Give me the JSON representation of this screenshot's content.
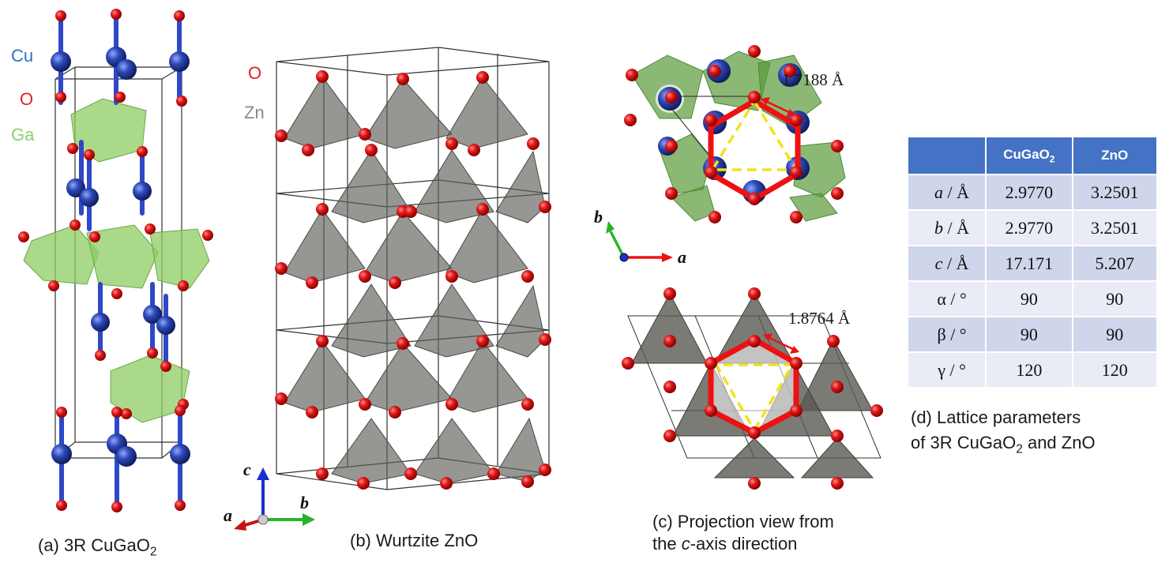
{
  "panel_a": {
    "legend": [
      {
        "label": "Cu",
        "color": "#2e6fc4"
      },
      {
        "label": "O",
        "color": "#e02020"
      },
      {
        "label": "Ga",
        "color": "#8ed16a"
      }
    ],
    "caption_prefix": "(a) 3R CuGaO",
    "caption_sub": "2"
  },
  "panel_b": {
    "legend": [
      {
        "label": "O",
        "color": "#e02020"
      },
      {
        "label": "Zn",
        "color": "#8a8a8a"
      }
    ],
    "caption": "(b) Wurtzite ZnO",
    "axes": {
      "c": "c",
      "a": "a",
      "b": "b"
    }
  },
  "panel_c": {
    "top_distance": "1.7188 Å",
    "bottom_distance": "1.8764 Å",
    "axes": {
      "b": "b",
      "a": "a"
    },
    "caption_line1": "(c) Projection view from",
    "caption_line2_pre": "the ",
    "caption_line2_italic": "c",
    "caption_line2_post": "-axis direction"
  },
  "panel_d": {
    "caption_line1": "(d) Lattice parameters",
    "caption_line2_pre": "of 3R CuGaO",
    "caption_line2_sub": "2",
    "caption_line2_post": " and ZnO",
    "table": {
      "header_col1_main": "CuGaO",
      "header_col1_sub": "2",
      "header_col2": "ZnO",
      "rows": [
        {
          "sym": "a",
          "unit": " / Å",
          "v1": "2.9770",
          "v2": "3.2501"
        },
        {
          "sym": "b",
          "unit": " / Å",
          "v1": "2.9770",
          "v2": "3.2501"
        },
        {
          "sym": "c",
          "unit": " / Å",
          "v1": "17.171",
          "v2": "5.207"
        },
        {
          "sym": "α",
          "unit": " / °",
          "v1": "90",
          "v2": "90"
        },
        {
          "sym": "β",
          "unit": " / °",
          "v1": "90",
          "v2": "90"
        },
        {
          "sym": "γ",
          "unit": " / °",
          "v1": "120",
          "v2": "120"
        }
      ]
    }
  },
  "colors": {
    "cu": "#2e4fb8",
    "o": "#dd1a1a",
    "ga_poly": "#8ccc62",
    "zn_poly": "#5e5e58",
    "red_hex": "#ee1111",
    "yellow_dash": "#f2e21a",
    "table_header": "#4472c4"
  }
}
